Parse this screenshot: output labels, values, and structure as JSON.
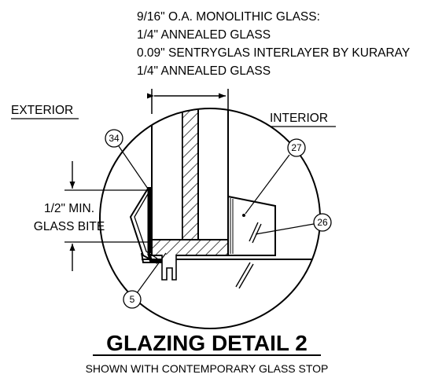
{
  "glass_spec": {
    "line1": "9/16\" O.A. MONOLITHIC  GLASS:",
    "line2": "1/4\" ANNEALED GLASS",
    "line3": "0.09\" SENTRYGLAS INTERLAYER BY KURARAY",
    "line4": "1/4\" ANNEALED GLASS"
  },
  "exterior_label": "EXTERIOR",
  "interior_label": "INTERIOR",
  "glass_bite": {
    "line1": "1/2\" MIN.",
    "line2": "GLASS BITE"
  },
  "callouts": {
    "c34": "34",
    "c27": "27",
    "c26": "26",
    "c5": "5"
  },
  "title": "GLAZING DETAIL 2",
  "subtitle": "SHOWN WITH CONTEMPORARY GLASS STOP"
}
